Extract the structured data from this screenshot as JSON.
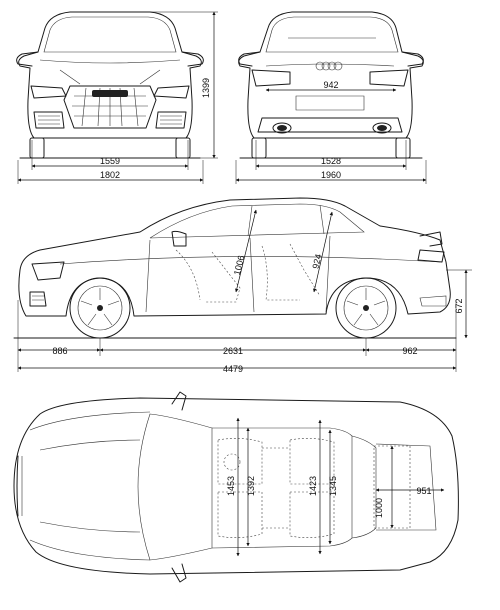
{
  "front_view": {
    "track_width": "1559",
    "overall_width": "1802",
    "height": "1399"
  },
  "rear_view": {
    "track_width": "1528",
    "overall_width": "1960",
    "trunk_opening_width": "942"
  },
  "side_view": {
    "front_overhang": "886",
    "wheelbase": "2631",
    "rear_overhang": "962",
    "overall_length": "4479",
    "ground_clearance_height": "672",
    "front_headroom": "1006",
    "rear_headroom": "924"
  },
  "top_view": {
    "front_shoulder_width": "1453",
    "front_elbow_width": "1392",
    "rear_shoulder_width": "1423",
    "rear_elbow_width": "1345",
    "trunk_length": "1000",
    "trunk_width": "951"
  },
  "icons": [
    "audi-rings-icon",
    "arrow-icon"
  ]
}
